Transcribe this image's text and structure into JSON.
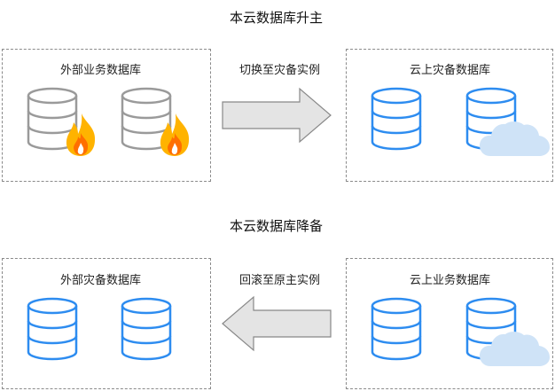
{
  "promote": {
    "title": "本云数据库升主",
    "source_label": "外部业务数据库",
    "arrow_label": "切换至灾备实例",
    "target_label": "云上灾备数据库"
  },
  "demote": {
    "title": "本云数据库降备",
    "source_label": "外部灾备数据库",
    "arrow_label": "回滚至原主实例",
    "target_label": "云上业务数据库"
  },
  "colors": {
    "db_gray": "#9a9a9a",
    "db_blue": "#2d8cf0",
    "cloud": "#cfe3f7",
    "fire_outer": "#ffb300",
    "fire_inner": "#ff6f00",
    "arrow_fill": "#e4e4e4",
    "arrow_stroke": "#888888"
  },
  "icons": {
    "database": "database-icon",
    "fire": "fire-icon",
    "cloud": "cloud-icon",
    "arrow": "arrow-icon"
  }
}
